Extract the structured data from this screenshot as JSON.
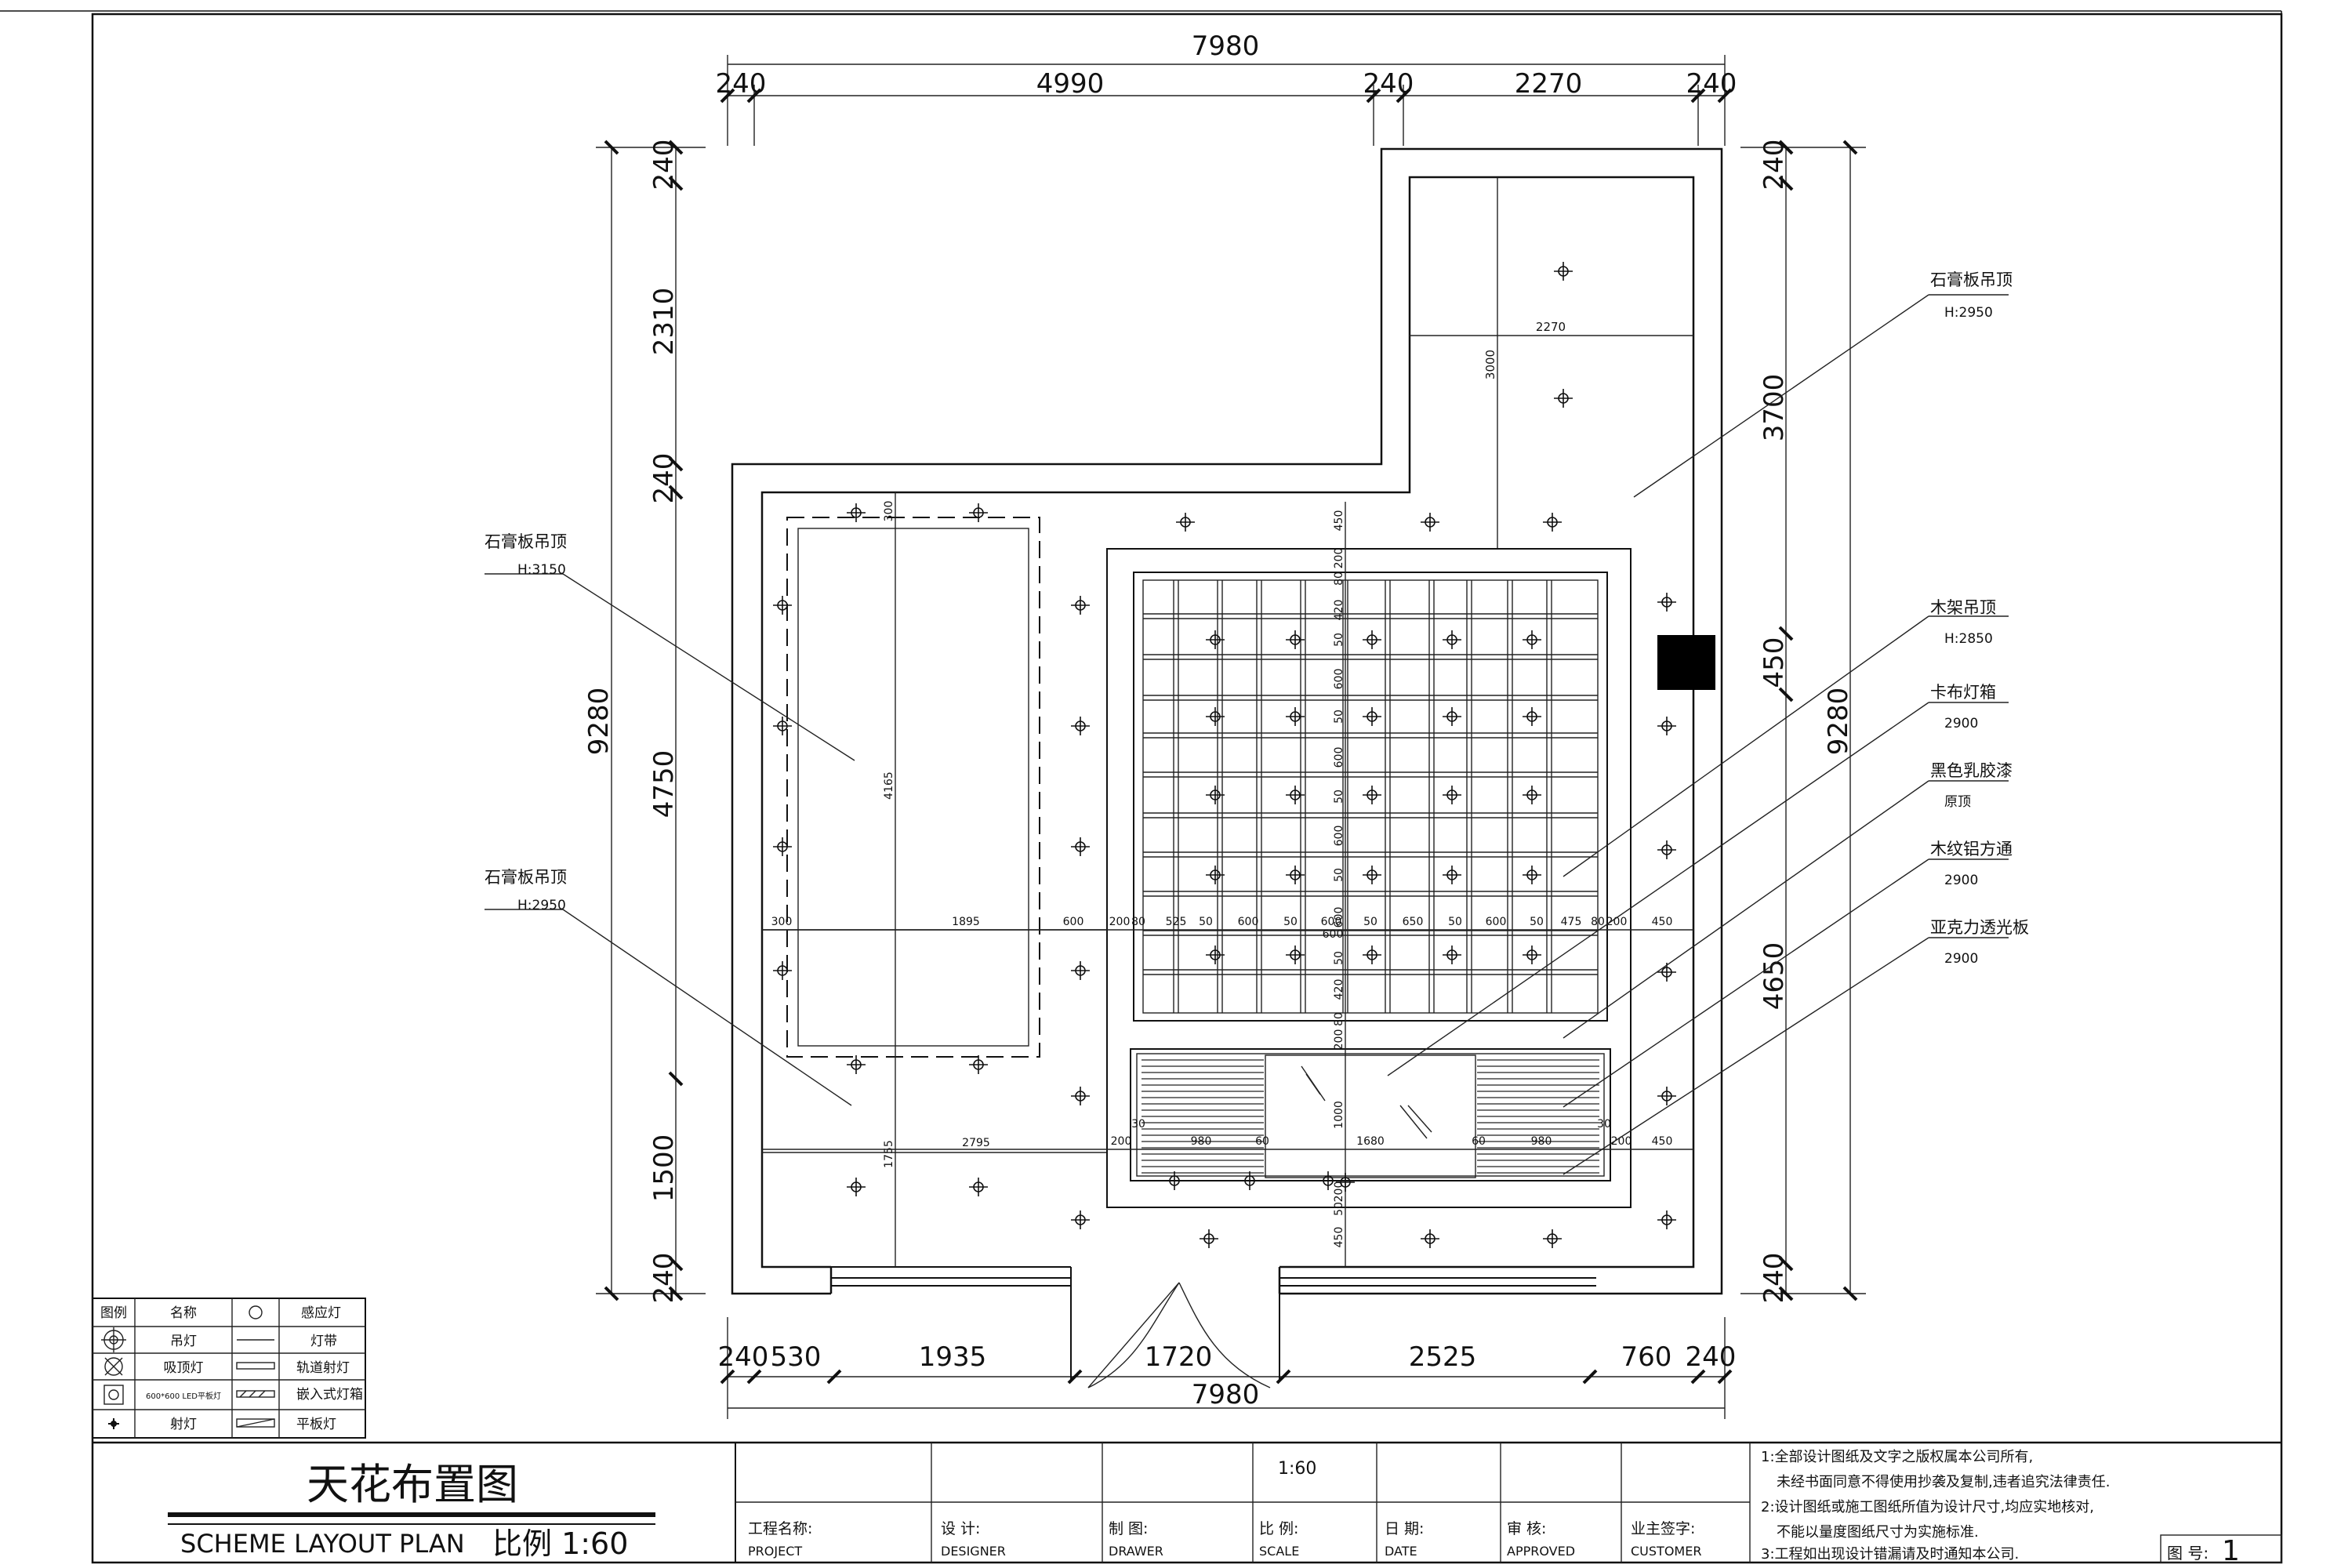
{
  "overall_dims": {
    "top_total": "7980",
    "top_segments": [
      "240",
      "4990",
      "240",
      "2270",
      "240"
    ],
    "bottom_total": "7980",
    "bottom_segments": [
      "240",
      "530",
      "1935",
      "1720",
      "2525",
      "760",
      "240"
    ],
    "left_total": "9280",
    "left_segments": [
      "240",
      "2310",
      "240",
      "4750",
      "1500",
      "240"
    ],
    "right_total": "9280",
    "right_segments": [
      "240",
      "3700",
      "450",
      "4650",
      "240"
    ]
  },
  "inner_dims": {
    "upper_room_width": "2270",
    "upper_room_height": "3000",
    "left_ceiling_top": "300",
    "left_ceiling_height": "4165",
    "left_lower_height": "1755",
    "left_ceiling_width": "2795",
    "grid_row": [
      "300",
      "1895",
      "600",
      "200",
      "80",
      "525",
      "50",
      "600",
      "50",
      "600",
      "50",
      "650",
      "50",
      "600",
      "50",
      "475",
      "80",
      "200",
      "450"
    ],
    "grid_col": [
      "450",
      "200",
      "80",
      "420",
      "50",
      "600",
      "50",
      "600",
      "50",
      "600",
      "50",
      "600",
      "50",
      "420",
      "80",
      "200",
      "600"
    ],
    "lightbox_row": [
      "200",
      "30",
      "980",
      "60",
      "1680",
      "60",
      "980",
      "30",
      "200",
      "450"
    ],
    "lightbox_col": [
      "1000",
      "200",
      "50",
      "450"
    ]
  },
  "annotations": {
    "left_1": {
      "name": "石膏板吊顶",
      "height": "H:3150"
    },
    "left_2": {
      "name": "石膏板吊顶",
      "height": "H:2950"
    },
    "right_1": {
      "name": "石膏板吊顶",
      "height": "H:2950"
    },
    "right_2": {
      "name": "木架吊顶",
      "height": "H:2850"
    },
    "right_3": {
      "name": "卡布灯箱",
      "height": "2900"
    },
    "right_4": {
      "name": "黑色乳胶漆",
      "height": "原顶"
    },
    "right_5": {
      "name": "木纹铝方通",
      "height": "2900"
    },
    "right_6": {
      "name": "亚克力透光板",
      "height": "2900"
    }
  },
  "legend": {
    "header": [
      "图例",
      "名称"
    ],
    "rows": [
      {
        "name": "吊灯",
        "right": "感应灯"
      },
      {
        "name": "吸顶灯",
        "right": "灯带"
      },
      {
        "name": "600*600 LED平板灯",
        "right": "轨道射灯"
      },
      {
        "name": "射灯",
        "right": "嵌入式灯箱"
      },
      {
        "name": "",
        "right": "平板灯"
      }
    ]
  },
  "title_block": {
    "title_cn": "天花布置图",
    "title_en": "SCHEME LAYOUT PLAN",
    "scale_label": "比例 1:60",
    "scale_value": "1:60",
    "fields": [
      {
        "cn": "工程名称:",
        "en": "PROJECT"
      },
      {
        "cn": "设 计:",
        "en": "DESIGNER"
      },
      {
        "cn": "制 图:",
        "en": "DRAWER"
      },
      {
        "cn": "比 例:",
        "en": "SCALE"
      },
      {
        "cn": "日 期:",
        "en": "DATE"
      },
      {
        "cn": "审 核:",
        "en": "APPROVED"
      },
      {
        "cn": "业主签字:",
        "en": "CUSTOMER"
      }
    ],
    "notes": [
      "1:全部设计图纸及文字之版权属本公司所有,",
      "未经书面同意不得使用抄袭及复制,违者追究法律责任.",
      "2:设计图纸或施工图纸所值为设计尺寸,均应实地核对,",
      "不能以量度图纸尺寸为实施标准.",
      "3:工程如出现设计错漏请及时通知本公司."
    ],
    "sheet_label": "图 号:",
    "sheet_no": "1"
  },
  "colors": {
    "line": "#111111",
    "fill_black": "#000000",
    "paper": "#ffffff"
  }
}
